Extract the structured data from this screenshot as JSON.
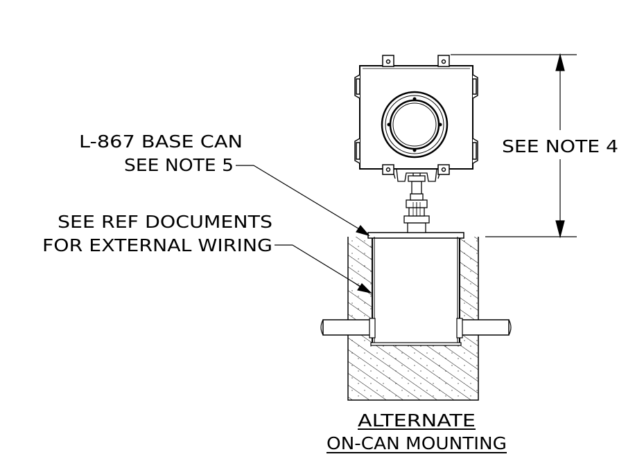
{
  "callouts": {
    "base_can": {
      "line1": "L-867 BASE CAN",
      "line2": "SEE NOTE 5"
    },
    "wiring": {
      "line1": "SEE REF DOCUMENTS",
      "line2": "FOR EXTERNAL WIRING"
    },
    "height": {
      "text": "SEE NOTE 4"
    }
  },
  "caption": {
    "line1": "ALTERNATE",
    "line2": "ON-CAN MOUNTING"
  },
  "colors": {
    "ink": "#000000",
    "background": "#ffffff"
  }
}
